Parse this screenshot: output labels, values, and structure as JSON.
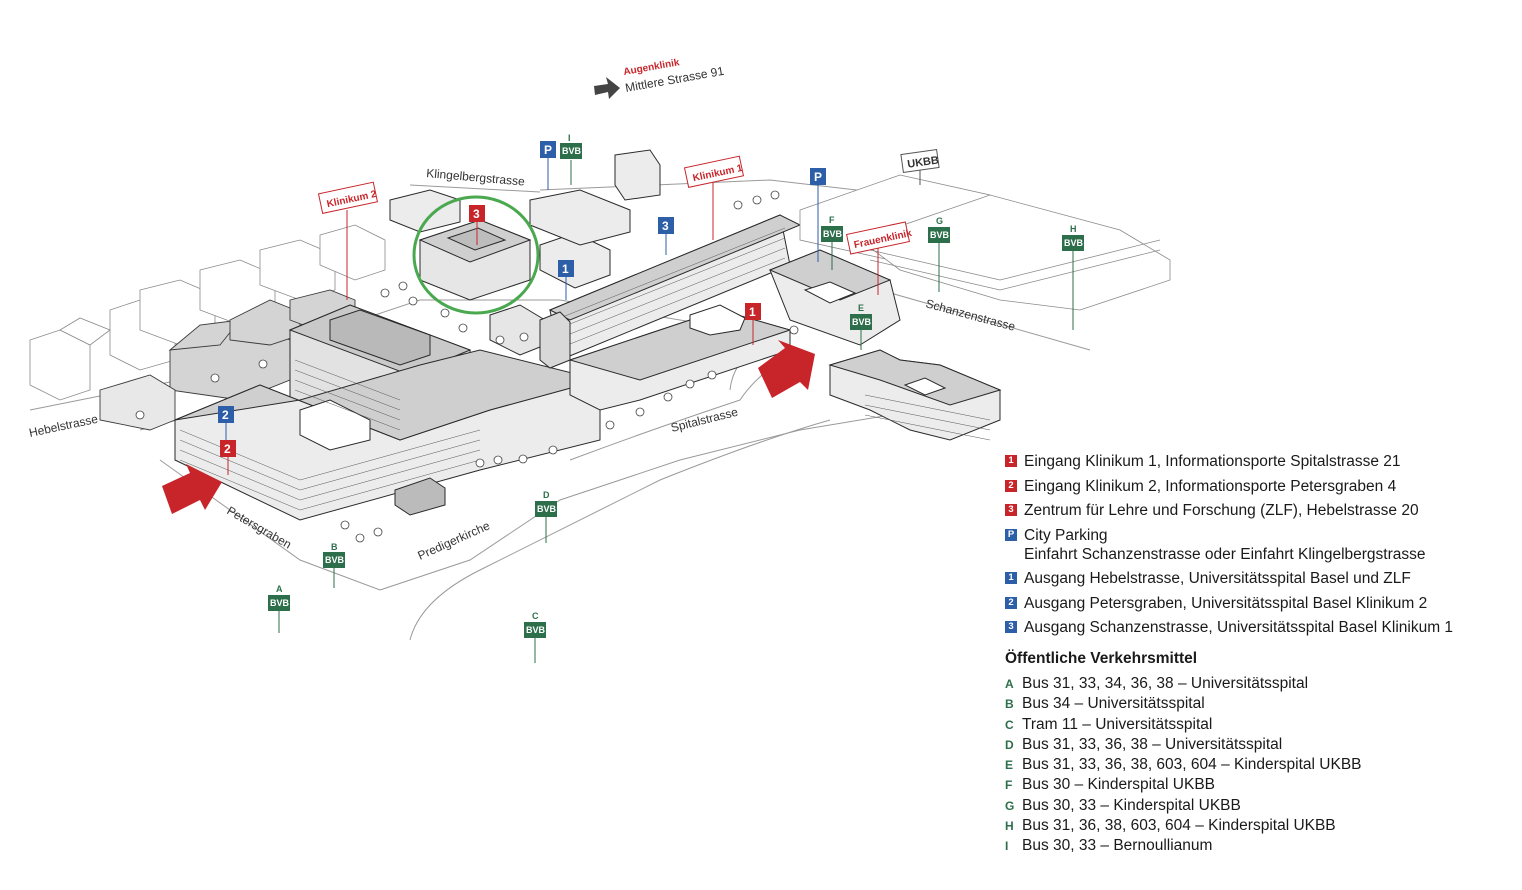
{
  "map": {
    "direction_label": "Augenklinik",
    "direction_address": "Mittlere Strasse 91",
    "streets": {
      "klingelberg": "Klingelbergstrasse",
      "hebel": "Hebelstrasse",
      "spital": "Spitalstrasse",
      "schanzen": "Schanzenstrasse",
      "peters": "Petersgraben",
      "prediger": "Predigerkirche"
    },
    "buildings": {
      "klinikum1": "Klinikum 1",
      "klinikum2": "Klinikum 2",
      "frauenklinik": "Frauenklinik",
      "ukbb": "UKBB"
    },
    "bus_label": "BVB",
    "stop_letters": [
      "A",
      "B",
      "C",
      "D",
      "E",
      "F",
      "G",
      "H",
      "I"
    ],
    "parking_symbol": "P",
    "markers": {
      "one": "1",
      "two": "2",
      "three": "3"
    },
    "colors": {
      "red": "#c8252b",
      "blue": "#2d5ea8",
      "green": "#2e6f4b",
      "circle": "#4aa84f",
      "arrow": "#c8252b"
    }
  },
  "legend": {
    "items": [
      {
        "badge": "1",
        "color": "red",
        "text": "Eingang Klinikum 1, Informationsporte Spitalstrasse 21"
      },
      {
        "badge": "2",
        "color": "red",
        "text": "Eingang Klinikum 2, Informationsporte Petersgraben 4"
      },
      {
        "badge": "3",
        "color": "red",
        "text": "Zentrum für Lehre und Forschung (ZLF), Hebelstrasse 20"
      },
      {
        "badge": "P",
        "color": "blue",
        "text": "City Parking",
        "sub": "Einfahrt Schanzenstrasse oder Einfahrt Klingelbergstrasse"
      },
      {
        "badge": "1",
        "color": "blue",
        "text": "Ausgang Hebelstrasse, Universitätsspital Basel und ZLF"
      },
      {
        "badge": "2",
        "color": "blue",
        "text": "Ausgang Petersgraben, Universitätsspital Basel Klinikum 2"
      },
      {
        "badge": "3",
        "color": "blue",
        "text": "Ausgang Schanzenstrasse, Universitätsspital Basel Klinikum 1"
      }
    ]
  },
  "transport": {
    "title": "Öffentliche Verkehrsmittel",
    "lines": [
      {
        "letter": "A",
        "text": "Bus 31, 33, 34, 36, 38 – Universitätsspital"
      },
      {
        "letter": "B",
        "text": "Bus 34 – Universitätsspital"
      },
      {
        "letter": "C",
        "text": "Tram 11 – Universitätsspital"
      },
      {
        "letter": "D",
        "text": "Bus 31, 33, 36, 38 – Universitätsspital"
      },
      {
        "letter": "E",
        "text": "Bus 31, 33, 36, 38, 603, 604 – Kinderspital UKBB"
      },
      {
        "letter": "F",
        "text": "Bus 30 – Kinderspital UKBB"
      },
      {
        "letter": "G",
        "text": "Bus 30, 33 – Kinderspital UKBB"
      },
      {
        "letter": "H",
        "text": "Bus 31, 36, 38, 603, 604 – Kinderspital UKBB"
      },
      {
        "letter": "I",
        "text": "Bus 30, 33 – Bernoullianum"
      }
    ]
  }
}
